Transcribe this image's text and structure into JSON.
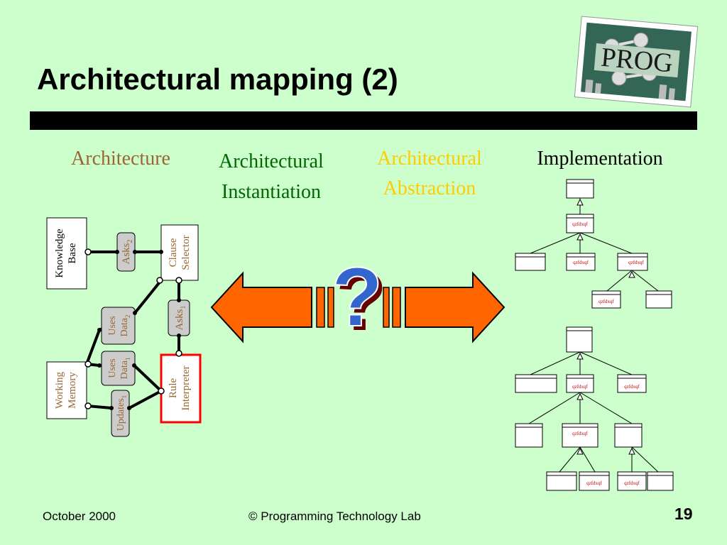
{
  "slide": {
    "title": "Architectural mapping (2)",
    "logo_text": "PROG"
  },
  "columns": {
    "architecture": "Architecture",
    "instantiation_line1": "Architectural",
    "instantiation_line2": "Instantiation",
    "abstraction_line1": "Architectural",
    "abstraction_line2": "Abstraction",
    "implementation": "Implementation"
  },
  "architecture_diagram": {
    "knowledge_base_line1": "Knowledge",
    "knowledge_base_line2": "Base",
    "clause_selector_line1": "Clause",
    "clause_selector_line2": "Selector",
    "working_memory_line1": "Working",
    "working_memory_line2": "Memory",
    "rule_interpreter_line1": "Rule",
    "rule_interpreter_line2": "Interpreter",
    "asks2": "Asks",
    "asks2_sub": "2",
    "asks1": "Asks",
    "asks1_sub": "1",
    "uses_data2_line1": "Uses",
    "uses_data2_line2": "Data",
    "uses_data2_sub": "2",
    "uses_data1_line1": "Uses",
    "uses_data1_line2": "Data",
    "uses_data1_sub": "1",
    "updates1": "Updates",
    "updates1_sub": "1"
  },
  "mapping": {
    "question_mark": "?"
  },
  "implementation_diagram": {
    "method_label": "qzfdxqf"
  },
  "footer": {
    "date": "October 2000",
    "copyright": "© Programming Technology Lab",
    "page_number": "19"
  },
  "colors": {
    "background": "#ccffcc",
    "arrow_fill": "#ff6600",
    "arrow_stroke": "#000000",
    "connector_box": "#cccccc",
    "text_brown": "#996633",
    "text_green": "#006600",
    "text_yellow": "#ffcc00",
    "question_mark": "#3366cc",
    "highlight_box": "#ff0000",
    "method_text": "#cc0000"
  }
}
